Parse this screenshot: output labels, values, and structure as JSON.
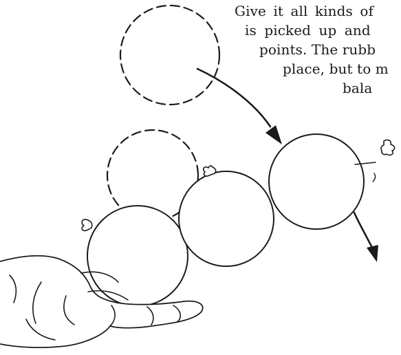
{
  "text": {
    "lines": [
      "Give it all kinds of",
      "is picked up and",
      "points. The rubb",
      "place, but to m",
      "bala"
    ]
  },
  "colors": {
    "ink": "#1a1a1a",
    "background": "#ffffff"
  }
}
